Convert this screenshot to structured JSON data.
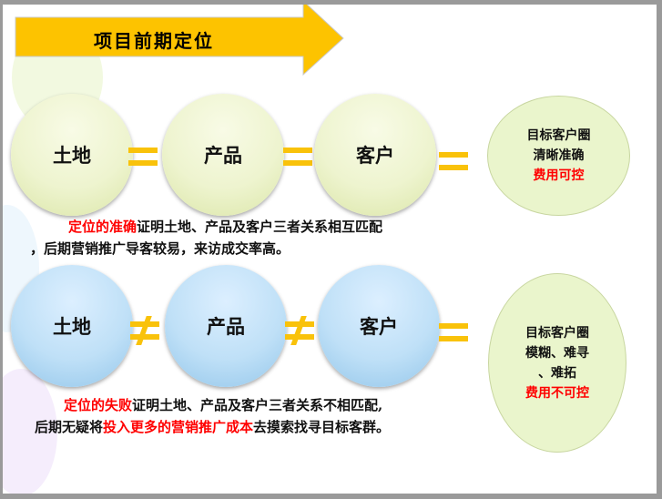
{
  "title": "项目前期定位",
  "row1": {
    "items": [
      "土地",
      "产品",
      "客户"
    ],
    "oval": {
      "line1": "目标客户圈",
      "line2": "清晰准确",
      "line3": "费用可控"
    }
  },
  "text1": {
    "red": "定位的准确",
    "rest1": "证明土地、产品及客户三者关系相互匹配",
    "line2": "，后期营销推广导客较易，来访成交率高。"
  },
  "row2": {
    "items": [
      "土地",
      "产品",
      "客户"
    ],
    "oval": {
      "line1": "目标客户圈",
      "line2": "模糊、难寻",
      "line3": "、难拓",
      "line4": "费用不可控"
    }
  },
  "text2": {
    "red": "定位的失败",
    "rest1": "证明土地、产品及客户三者关系不相匹配,",
    "l2a": "后期无疑将",
    "l2red": "投入更多的营销推广成本",
    "l2b": "去摸索找寻目标客群。"
  },
  "colors": {
    "arrow": "#fdc300",
    "red": "#ff0000"
  }
}
